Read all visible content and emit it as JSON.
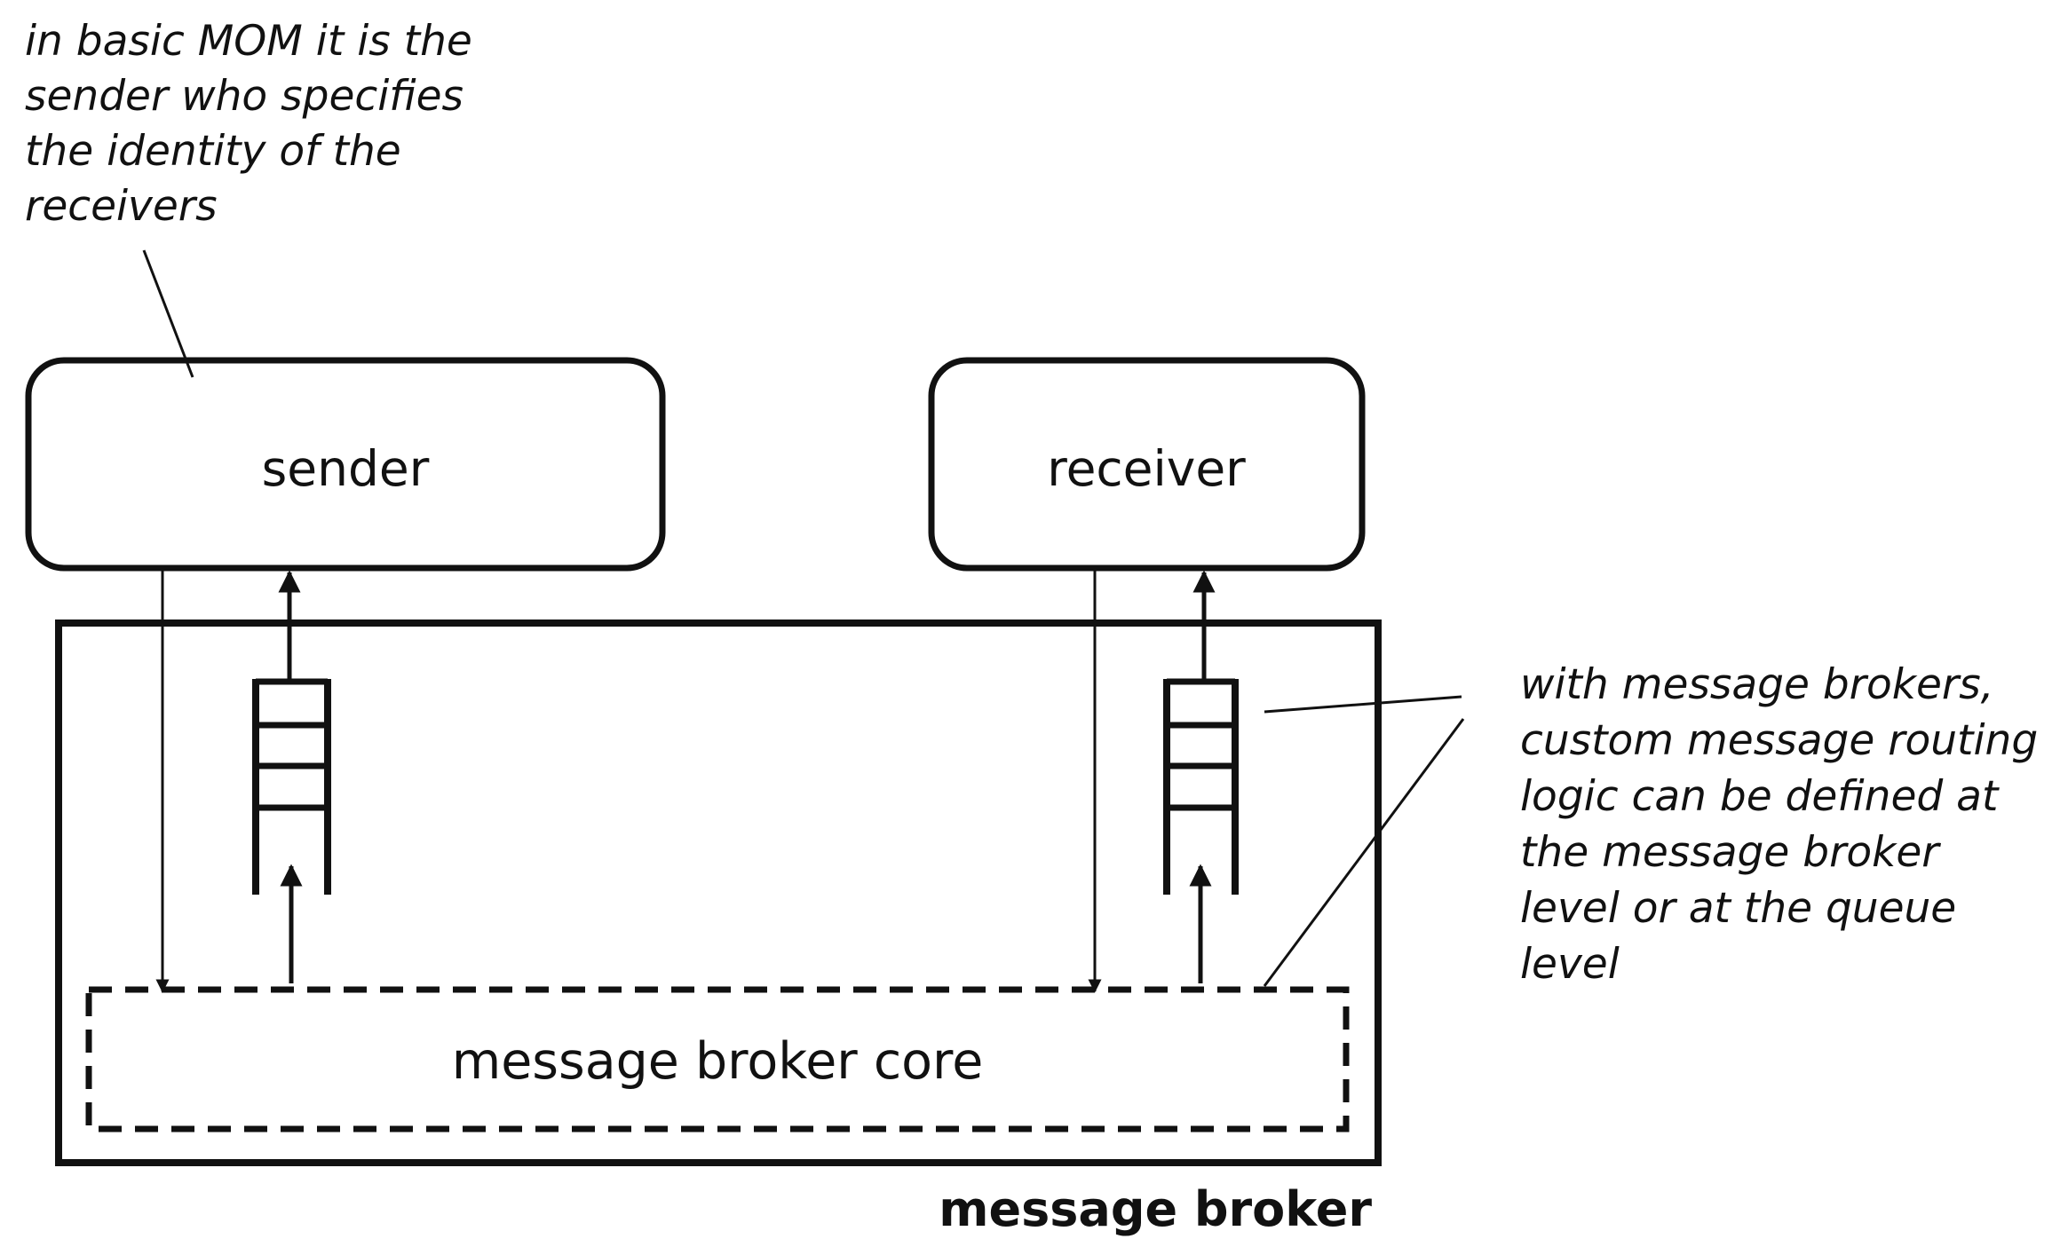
{
  "diagram": {
    "sender_label": "sender",
    "receiver_label": "receiver",
    "core_label": "message broker core",
    "broker_label": "message broker",
    "note_left": [
      "in basic MOM it is the",
      "sender who specifies",
      "the identity of the",
      "receivers"
    ],
    "note_right": [
      "with message brokers,",
      "custom message routing",
      "logic can be defined at",
      "the message broker",
      "level or at the queue",
      "level"
    ]
  }
}
